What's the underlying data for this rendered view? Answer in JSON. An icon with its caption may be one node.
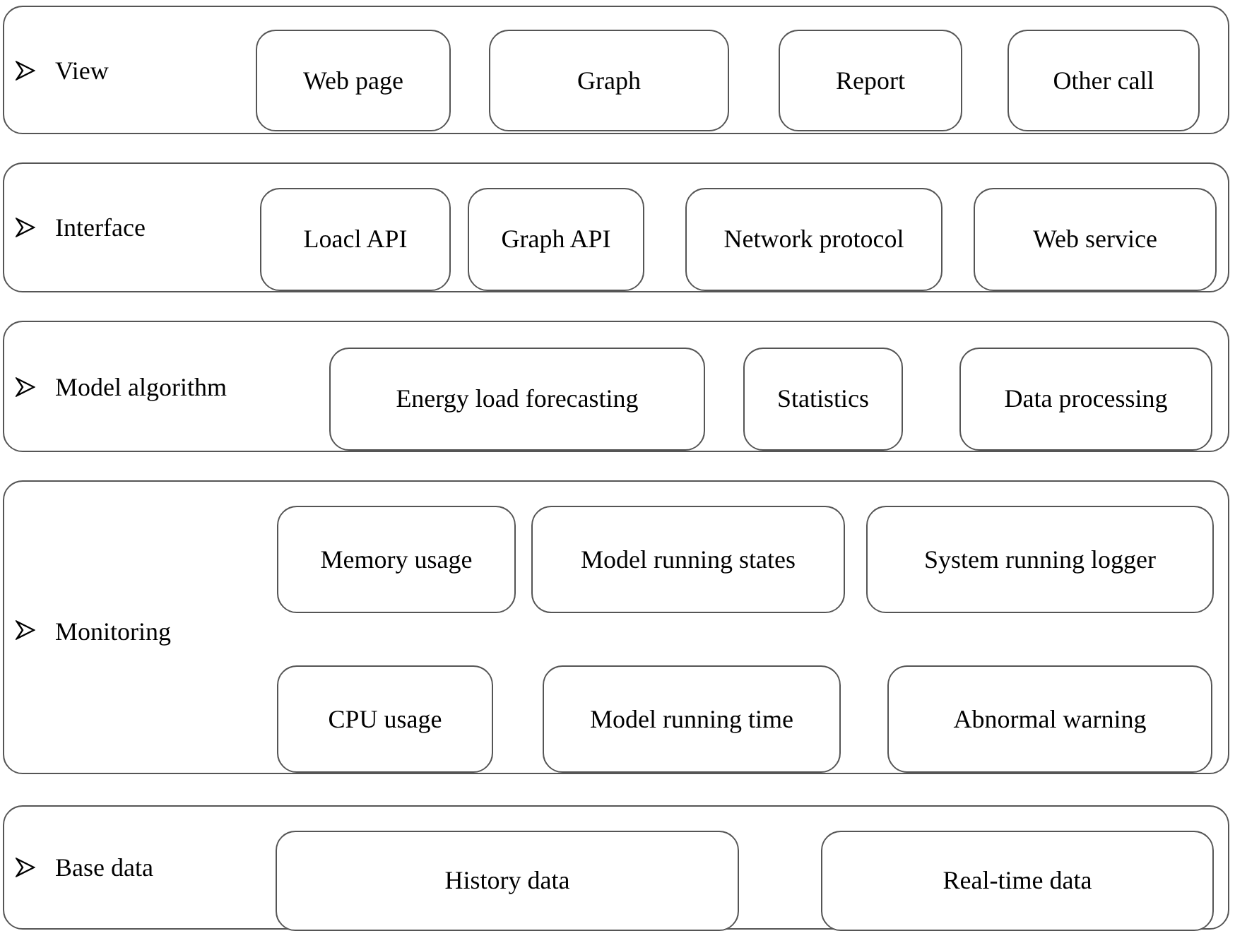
{
  "diagram": {
    "nodes": [
      {
        "text": [
          "View"
        ]
      },
      {
        "text": [
          "Web page"
        ],
        "in": 0
      },
      {
        "text": [
          "Graph"
        ],
        "in": 0
      },
      {
        "text": [
          "Report"
        ],
        "in": 0
      },
      {
        "text": [
          "Other call"
        ],
        "in": 0
      },
      {
        "text": [
          "Interface"
        ]
      },
      {
        "text": [
          "Loacl API"
        ],
        "in": 5
      },
      {
        "text": [
          "Graph API"
        ],
        "in": 5
      },
      {
        "text": [
          "Network protocol"
        ],
        "in": 5
      },
      {
        "text": [
          "Web service"
        ],
        "in": 5
      },
      {
        "text": [
          "Model algorithm"
        ]
      },
      {
        "text": [
          "Energy load forecasting"
        ],
        "in": 10
      },
      {
        "text": [
          "Statistics"
        ],
        "in": 10
      },
      {
        "text": [
          "Data processing"
        ],
        "in": 10
      },
      {
        "text": [
          "Monitoring"
        ]
      },
      {
        "text": [
          "Memory usage"
        ],
        "in": 14
      },
      {
        "text": [
          "Model running states"
        ],
        "in": 14
      },
      {
        "text": [
          "System running logger"
        ],
        "in": 14
      },
      {
        "text": [
          "CPU usage"
        ],
        "in": 14
      },
      {
        "text": [
          "Model running time"
        ],
        "in": 14
      },
      {
        "text": [
          "Abnormal warning"
        ],
        "in": 14
      },
      {
        "text": [
          "Base data"
        ]
      },
      {
        "text": [
          "History data"
        ],
        "in": 21
      },
      {
        "text": [
          "Real-time data"
        ],
        "in": 21
      }
    ]
  }
}
